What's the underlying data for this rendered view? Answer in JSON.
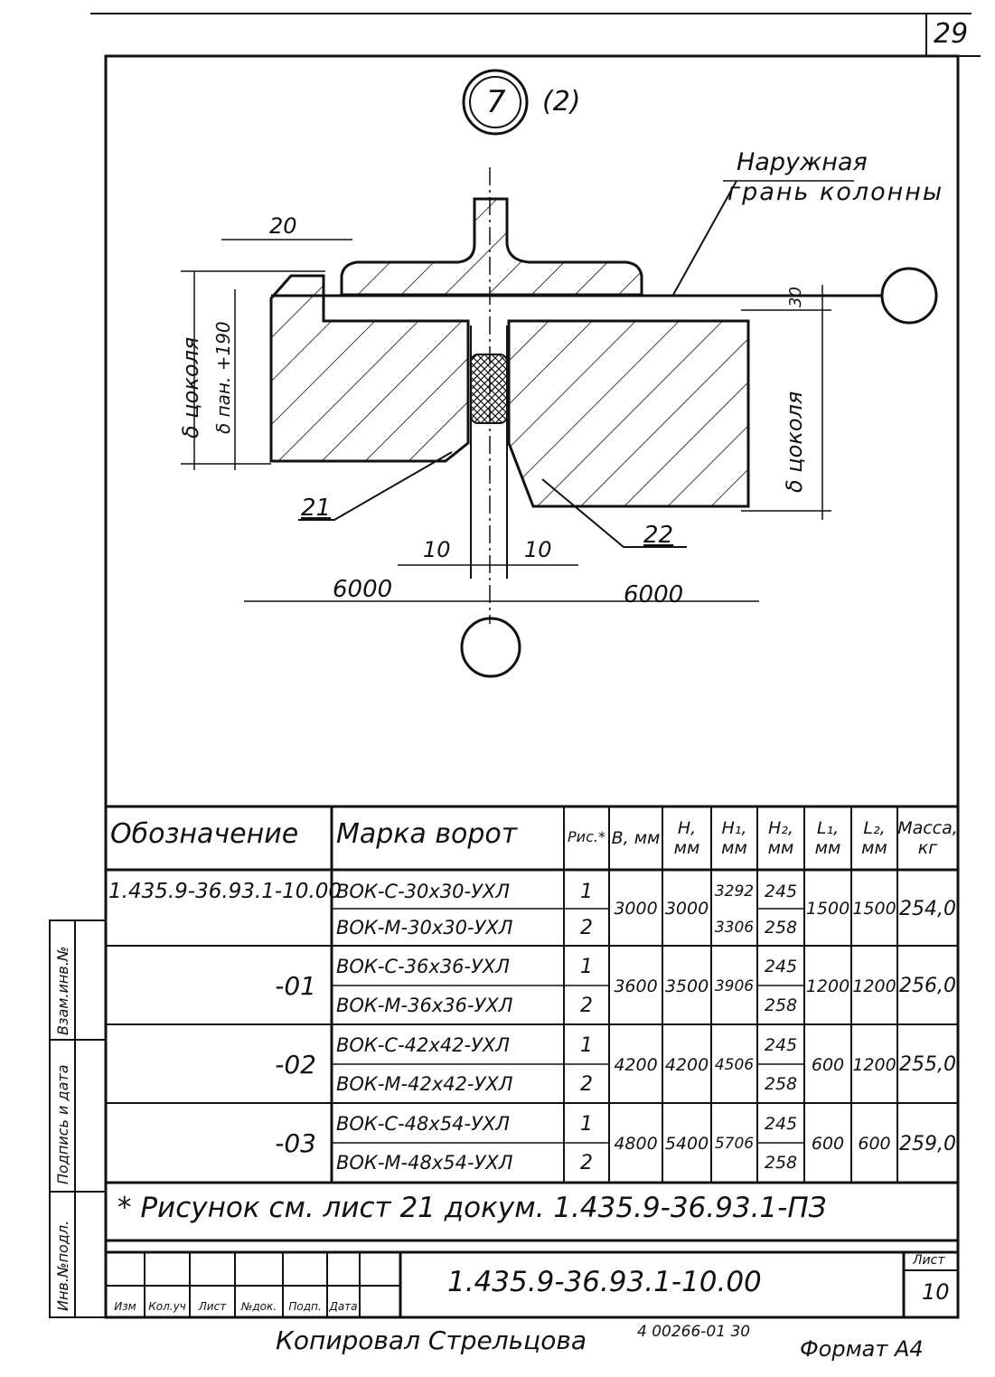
{
  "sheet": {
    "page_number": "29",
    "view_marker": {
      "number": "7",
      "sub": "(2)"
    }
  },
  "drawing": {
    "label_outer_face": [
      "Наружная",
      "грань колонны"
    ],
    "dim_20": "20",
    "dim_30": "30",
    "dim_b_tsokolya_left": "δ цоколя",
    "dim_b_pan": "δ пан. +190",
    "dim_b_tsokolya_right": "δ цоколя",
    "pos_21": "21",
    "pos_22": "22",
    "dim_10_left": "10",
    "dim_10_right": "10",
    "dim_6000_left": "6000",
    "dim_6000_right": "6000"
  },
  "table": {
    "headers": {
      "designation": "Обозначение",
      "gate_mark": "Марка ворот",
      "fig": "Рис.*",
      "b": "B, мм",
      "h": "H, мм",
      "h1": "H₁, мм",
      "h2": "H₂, мм",
      "l1": "L₁, мм",
      "l2": "L₂, мм",
      "mass": "Масса, кг"
    },
    "groups": [
      {
        "designation": "1.435.9-36.93.1-10.00",
        "b": "3000",
        "h": "3000",
        "l1": "1500",
        "l2": "1500",
        "mass": "254,0",
        "rows": [
          {
            "mark": "ВОК-С-30х30-УХЛ",
            "fig": "1",
            "h1": "3292",
            "h2": "245"
          },
          {
            "mark": "ВОК-М-30х30-УХЛ",
            "fig": "2",
            "h1": "3306",
            "h2": "258"
          }
        ]
      },
      {
        "designation": "-01",
        "b": "3600",
        "h": "3500",
        "l1": "1200",
        "l2": "1200",
        "mass": "256,0",
        "rows": [
          {
            "mark": "ВОК-С-36х36-УХЛ",
            "fig": "1",
            "h1": "3906",
            "h2": "245"
          },
          {
            "mark": "ВОК-М-36х36-УХЛ",
            "fig": "2",
            "h1": "",
            "h2": "258"
          }
        ]
      },
      {
        "designation": "-02",
        "b": "4200",
        "h": "4200",
        "l1": "600",
        "l2": "1200",
        "mass": "255,0",
        "rows": [
          {
            "mark": "ВОК-С-42х42-УХЛ",
            "fig": "1",
            "h1": "4506",
            "h2": "245"
          },
          {
            "mark": "ВОК-М-42х42-УХЛ",
            "fig": "2",
            "h1": "",
            "h2": "258"
          }
        ]
      },
      {
        "designation": "-03",
        "b": "4800",
        "h": "5400",
        "l1": "600",
        "l2": "600",
        "mass": "259,0",
        "rows": [
          {
            "mark": "ВОК-С-48х54-УХЛ",
            "fig": "1",
            "h1": "5706",
            "h2": "245"
          },
          {
            "mark": "ВОК-М-48х54-УХЛ",
            "fig": "2",
            "h1": "",
            "h2": "258"
          }
        ]
      }
    ],
    "footnote": "* Рисунок см. лист 21 докум. 1.435.9-36.93.1-ПЗ"
  },
  "title_block": {
    "doc_code": "1.435.9-36.93.1-10.00",
    "sheet_label": "Лист",
    "sheet_value": "10",
    "columns": [
      "Изм",
      "Кол.уч",
      "Лист",
      "№док.",
      "Подп.",
      "Дата"
    ]
  },
  "side_stamps": [
    "Инв.№подл.",
    "Подпись и дата",
    "Взам.инв.№"
  ],
  "footer": {
    "copied_by": "Копировал Стрельцова",
    "order_no": "4 00266-01 30",
    "format": "Формат А4"
  }
}
